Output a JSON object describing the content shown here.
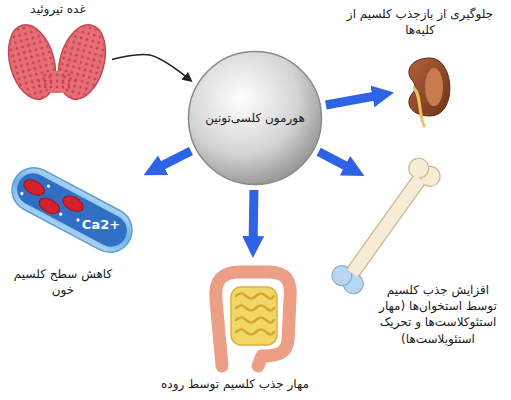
{
  "diagram": {
    "nodes": [
      {
        "text": [
          "غده تیروئید"
        ]
      },
      {
        "text": [
          "هورمون کلسی‌تونین"
        ]
      },
      {
        "text": [
          "جلوگیری از بازجذب کلسیم از کلیه‌ها"
        ]
      },
      {
        "text": [
          "افزایش جذب کلسیم توسط استخوان‌ها (مهار استئوکلاست‌ها و تحریک استئوبلاست‌ها)"
        ]
      },
      {
        "text": [
          "مهار جذب کلسیم توسط روده"
        ]
      },
      {
        "text": [
          "کاهش سطح کلسیم خون"
        ]
      }
    ],
    "edges": [
      {
        "from": 0,
        "to": 1,
        "arrow": "to"
      },
      {
        "from": 1,
        "to": 2,
        "arrow": "to"
      },
      {
        "from": 1,
        "to": 3,
        "arrow": "to"
      },
      {
        "from": 1,
        "to": 4,
        "arrow": "to"
      },
      {
        "from": 1,
        "to": 5,
        "arrow": "to"
      }
    ],
    "labels": [
      "Ca2+"
    ]
  }
}
